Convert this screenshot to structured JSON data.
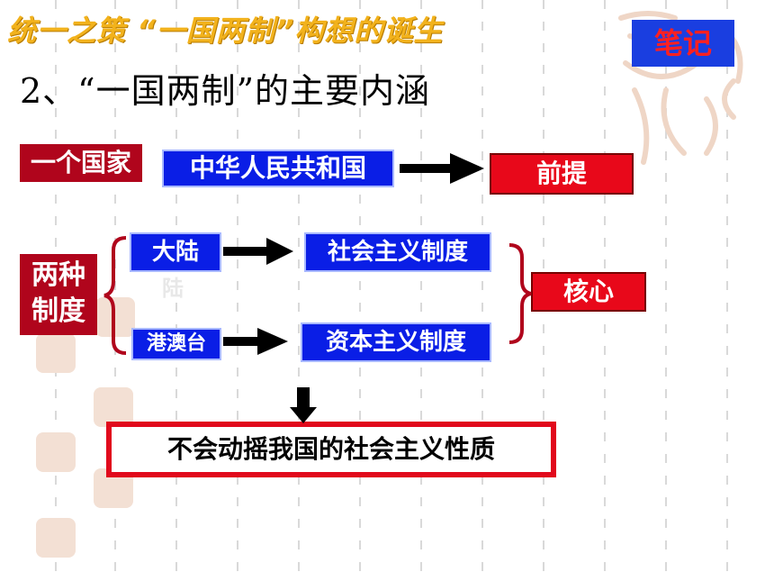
{
  "header": {
    "title": "统一之策  “一国两制”构想的诞生",
    "notes_label": "笔记"
  },
  "subtitle": "2、“一国两制”的主要内涵",
  "row1": {
    "label": "一个国家",
    "country": "中华人民共和国",
    "result": "前提"
  },
  "row2": {
    "label_line1": "两种",
    "label_line2": "制度",
    "mainland": "大陆",
    "mainland_ghost": "陆",
    "mainland_system": "社会主义制度",
    "hkmt": "港澳台",
    "hkmt_system": "资本主义制度",
    "result": "核心"
  },
  "conclusion": "不会动摇我国的社会主义性质",
  "colors": {
    "accent_blue": "#0a1ee6",
    "accent_red": "#e8081a",
    "dark_red": "#b0051c",
    "title_gold": "#f2b21c"
  }
}
